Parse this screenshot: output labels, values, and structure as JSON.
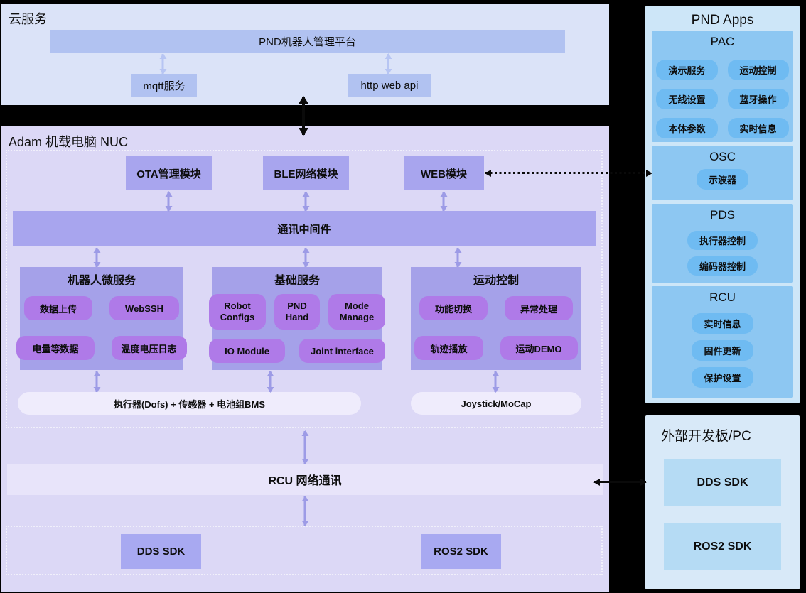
{
  "cloud": {
    "title": "云服务",
    "platform": "PND机器人管理平台",
    "mqtt": "mqtt服务",
    "http": "http web api"
  },
  "nuc": {
    "title": "Adam 机载电脑 NUC",
    "modules": [
      "OTA管理模块",
      "BLE网络模块",
      "WEB模块"
    ],
    "middleware": "通讯中间件",
    "groups": [
      {
        "title": "机器人微服务",
        "pills": [
          "数据上传",
          "WebSSH",
          "电量等数据",
          "温度电压日志"
        ]
      },
      {
        "title": "基础服务",
        "pills": [
          "Robot Configs",
          "PND Hand",
          "Mode Manage",
          "IO Module",
          "Joint interface"
        ]
      },
      {
        "title": "运动控制",
        "pills": [
          "功能切换",
          "异常处理",
          "轨迹播放",
          "运动DEMO"
        ]
      }
    ],
    "hw_bus": "执行器(Dofs) + 传感器 + 电池组BMS",
    "joystick": "Joystick/MoCap",
    "rcu_net": "RCU 网络通讯",
    "sdks": [
      "DDS SDK",
      "ROS2 SDK"
    ]
  },
  "apps": {
    "title": "PND Apps",
    "sections": [
      {
        "name": "PAC",
        "pills": [
          "演示服务",
          "运动控制",
          "无线设置",
          "蓝牙操作",
          "本体参数",
          "实时信息"
        ]
      },
      {
        "name": "OSC",
        "pills": [
          "示波器"
        ]
      },
      {
        "name": "PDS",
        "pills": [
          "执行器控制",
          "编码器控制"
        ]
      },
      {
        "name": "RCU",
        "pills": [
          "实时信息",
          "固件更新",
          "保护设置"
        ]
      }
    ]
  },
  "external": {
    "title": "外部开发板/PC",
    "boxes": [
      "DDS SDK",
      "ROS2 SDK"
    ]
  },
  "colors": {
    "background": "#000000",
    "cloud_bg": "#dbe3f8",
    "cloud_box": "#b1c2f1",
    "nuc_bg": "#dcd8f6",
    "nuc_module": "#a8a5ee",
    "nuc_group": "#a5a1e9",
    "nuc_pill": "#af7ae8",
    "nuc_light_bar": "#efecfc",
    "nuc_rcu_bar": "#e8e4fa",
    "nuc_sdk_box": "#a8a9f1",
    "nuc_arrow": "#9d9be6",
    "cloud_arrow": "#b7c5f3",
    "apps_bg": "#cde6f8",
    "apps_section": "#8dc7f2",
    "apps_pill": "#6fbbf2",
    "external_bg": "#d8e9f8",
    "external_box": "#b5dbf4"
  }
}
